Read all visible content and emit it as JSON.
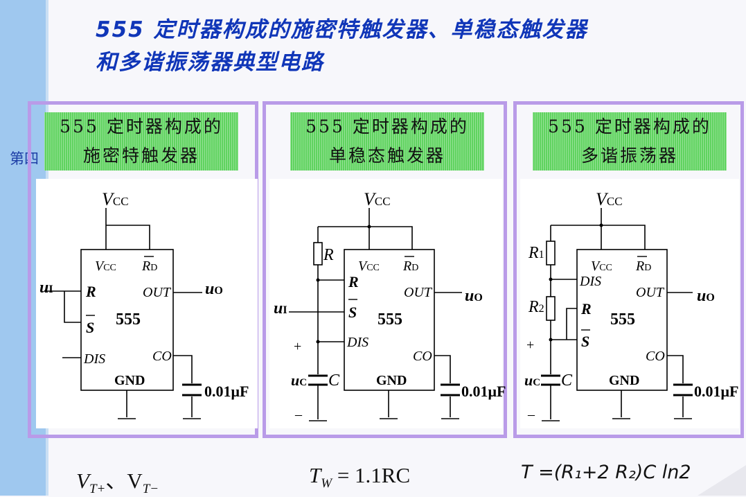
{
  "sidebar": {
    "label": "第四"
  },
  "title": {
    "line1": "555 定时器构成的施密特触发器、单稳态触发器",
    "line2": "和多谐振荡器典型电路"
  },
  "panels": [
    {
      "line1": "555 定时器构成的",
      "line2": "施密特触发器"
    },
    {
      "line1": "555 定时器构成的",
      "line2": "单稳态触发器"
    },
    {
      "line1": "555 定时器构成的",
      "line2": "多谐振荡器"
    }
  ],
  "circuit": {
    "vcc_main": "V",
    "vcc_sub": "CC",
    "pin_vcc": "V",
    "pin_vcc_sub": "CC",
    "pin_rd": "R",
    "pin_rd_sub": "D",
    "pin_r": "R",
    "pin_s": "S",
    "pin_out": "OUT",
    "pin_dis": "DIS",
    "pin_co": "CO",
    "pin_gnd": "GND",
    "chip": "555",
    "cap_value": "0.01μF",
    "input": "u",
    "input_sub": "I",
    "output": "u",
    "output_sub": "O",
    "res_r": "R",
    "res_r1": "R",
    "res_r1_sub": "1",
    "res_r2": "R",
    "res_r2_sub": "2",
    "cap_c": "C",
    "cap_u": "u",
    "cap_u_sub": "C",
    "plus": "+",
    "minus": "–"
  },
  "formulas": {
    "schmitt": "V",
    "schmitt_sub1": "T+",
    "schmitt_sep": "、V",
    "schmitt_sub2": "T−",
    "mono": "T",
    "mono_sub": "W",
    "mono_rest": " = 1.1RC",
    "astable": "T =(R₁+2 R₂)C ln2"
  }
}
